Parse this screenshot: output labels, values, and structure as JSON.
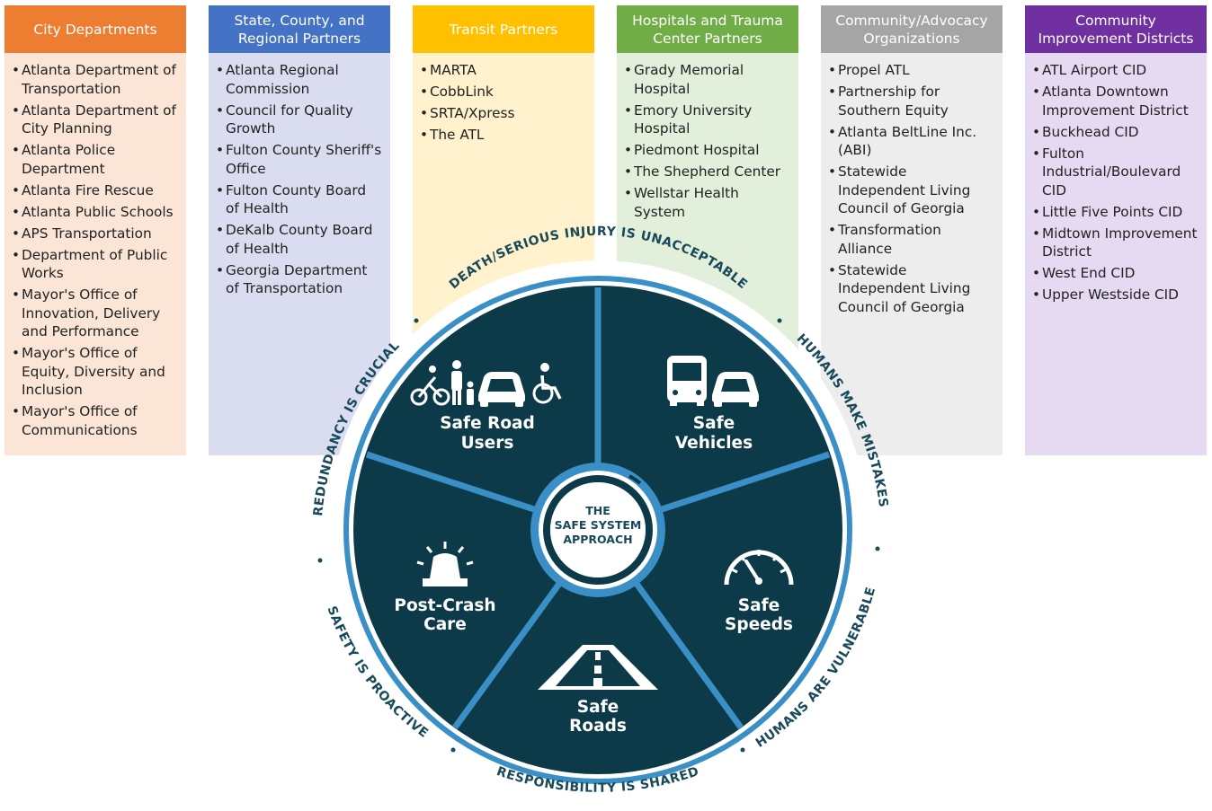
{
  "columns": [
    {
      "heading": "City Departments",
      "color": "#ed7d31",
      "bg": "#fbe5d6",
      "items": [
        "Atlanta Department of Transportation",
        "Atlanta Department of City Planning",
        "Atlanta Police Department",
        "Atlanta Fire Rescue",
        "Atlanta Public Schools",
        "APS Transportation",
        "Department of Public Works",
        "Mayor's Office of Innovation, Delivery and Performance",
        "Mayor's Office of Equity, Diversity and Inclusion",
        "Mayor's Office of Communications"
      ]
    },
    {
      "heading": "State, County, and Regional Partners",
      "color": "#4472c4",
      "bg": "#dadcef",
      "items": [
        "Atlanta Regional Commission",
        "Council for Quality Growth",
        "Fulton County Sheriff's Office",
        "Fulton County Board of Health",
        "DeKalb County Board of Health",
        "Georgia Department of Transportation"
      ]
    },
    {
      "heading": "Transit Partners",
      "color": "#ffc000",
      "bg": "#fff2cc",
      "items": [
        "MARTA",
        "CobbLink",
        "SRTA/Xpress",
        "The ATL"
      ]
    },
    {
      "heading": "Hospitals and Trauma Center Partners",
      "color": "#70ad47",
      "bg": "#e2efda",
      "items": [
        "Grady Memorial Hospital",
        "Emory University Hospital",
        "Piedmont Hospital",
        "The Shepherd Center",
        "Wellstar Health System"
      ]
    },
    {
      "heading": "Community/Advocacy Organizations",
      "color": "#a5a5a5",
      "bg": "#ededed",
      "items": [
        "Propel ATL",
        "Partnership for Southern Equity",
        "Atlanta BeltLine Inc. (ABI)",
        "Statewide Independent Living Council of Georgia",
        "Transformation Alliance",
        "Statewide Independent Living Council of Georgia"
      ]
    },
    {
      "heading": "Community Improvement Districts",
      "color": "#7030a0",
      "bg": "#e6d9f2",
      "items": [
        "ATL Airport CID",
        "Atlanta Downtown Improvement District",
        "Buckhead CID",
        "Fulton Industrial/Boulevard CID",
        "Little Five Points CID",
        "Midtown Improvement District",
        "West End CID",
        "Upper Westside CID"
      ]
    }
  ],
  "wheel": {
    "center_lines": [
      "THE",
      "SAFE SYSTEM",
      "APPROACH"
    ],
    "segments": {
      "users": [
        "Safe Road",
        "Users"
      ],
      "vehicles": [
        "Safe",
        "Vehicles"
      ],
      "speeds": [
        "Safe",
        "Speeds"
      ],
      "roads": [
        "Safe",
        "Roads"
      ],
      "postcrash": [
        "Post-Crash",
        "Care"
      ]
    },
    "principles": {
      "top": "DEATH/SERIOUS INJURY IS UNACCEPTABLE",
      "right_upper": "HUMANS MAKE MISTAKES",
      "right_lower": "HUMANS ARE VULNERABLE",
      "bottom": "RESPONSIBILITY IS SHARED",
      "left_lower": "SAFETY IS PROACTIVE",
      "left_upper": "REDUNDANCY IS CRUCIAL"
    },
    "colors": {
      "dark": "#0d3a49",
      "ring": "#3a8fc6",
      "text": "#17495a"
    }
  }
}
